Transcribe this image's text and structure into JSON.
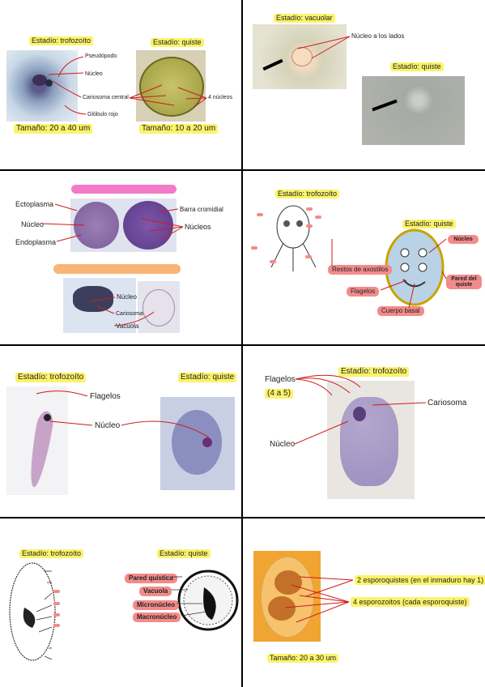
{
  "panel1": {
    "stage_trofo": "Estadío: trofozoíto",
    "stage_quiste": "Estadío: quiste",
    "labels": [
      "Pseudópodo",
      "Núcleo",
      "Cariosoma central",
      "Glóbulo rojo",
      "4 núcleos"
    ],
    "size_trofo": "Tamaño: 20 a 40 um",
    "size_quiste": "Tamaño: 10 a 20 um"
  },
  "panel2": {
    "stage_vacuolar": "Estadío: vacuolar",
    "nucleo_lados": "Núcleo a los lados",
    "stage_quiste": "Estadío: quiste"
  },
  "panel3": {
    "labels": [
      "Ectoplasma",
      "Núcleo",
      "Endoplasma",
      "Barra cromidial",
      "Núcleos",
      "Núcleo",
      "Cariosoma",
      "Vacuola"
    ]
  },
  "panel4": {
    "stage_trofo": "Estadío: trofozoíto",
    "stage_quiste": "Estadío: quiste",
    "labels": [
      "Restos de axostilos",
      "Flagelos",
      "Cuerpo basal"
    ],
    "bold_labels": [
      "Núcleo",
      "Pared del quiste"
    ],
    "tiny_labels": [
      "",
      "",
      "",
      "",
      "",
      "",
      ""
    ]
  },
  "panel5": {
    "stage_trofo": "Estadío: trofozoíto",
    "stage_quiste": "Estadío: quiste",
    "labels": [
      "Flagelos",
      "Núcleo"
    ]
  },
  "panel6": {
    "stage_trofo": "Estadío: trofozoíto",
    "flagelos": "Flagelos",
    "count": "(4 a 5)",
    "cariosoma": "Cariosoma",
    "nucleo": "Núcleo"
  },
  "panel7": {
    "stage_trofo": "Estadío: trofozoíto",
    "stage_quiste": "Estadío: quiste",
    "quiste_labels": [
      "Pared quística",
      "Vacuola",
      "Micronúcleo",
      "Macronúcleo"
    ],
    "trofo_labels": [
      "",
      "",
      "",
      "",
      "",
      "",
      "",
      ""
    ]
  },
  "panel8": {
    "esporoquistes": "2 esporoquistes (en el inmaduro hay 1)",
    "esporozoitos": "4 esporozoitos (cada esporoquiste)",
    "size": "Tamaño: 20 a 30 um"
  },
  "colors": {
    "highlight": "#fbf36a",
    "pill": "#f28b8b",
    "line": "#d11a1a"
  }
}
